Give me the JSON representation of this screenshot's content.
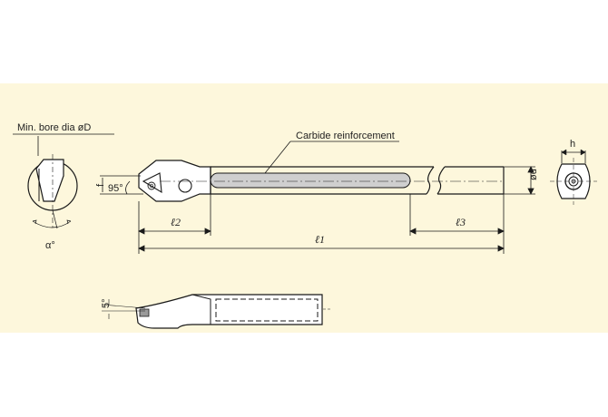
{
  "colors": {
    "background": "#fdf7dc",
    "line": "#1a1a1a",
    "reinforcement": "#cfcfcf"
  },
  "labels": {
    "min_bore": "Min. bore dia øD",
    "carbide": "Carbide reinforcement",
    "angle_95": "95°",
    "f": "f",
    "l2": "ℓ2",
    "l1": "ℓ1",
    "l3": "ℓ3",
    "d": "ød",
    "h": "h",
    "alpha": "α°",
    "angle_5": "5°"
  }
}
